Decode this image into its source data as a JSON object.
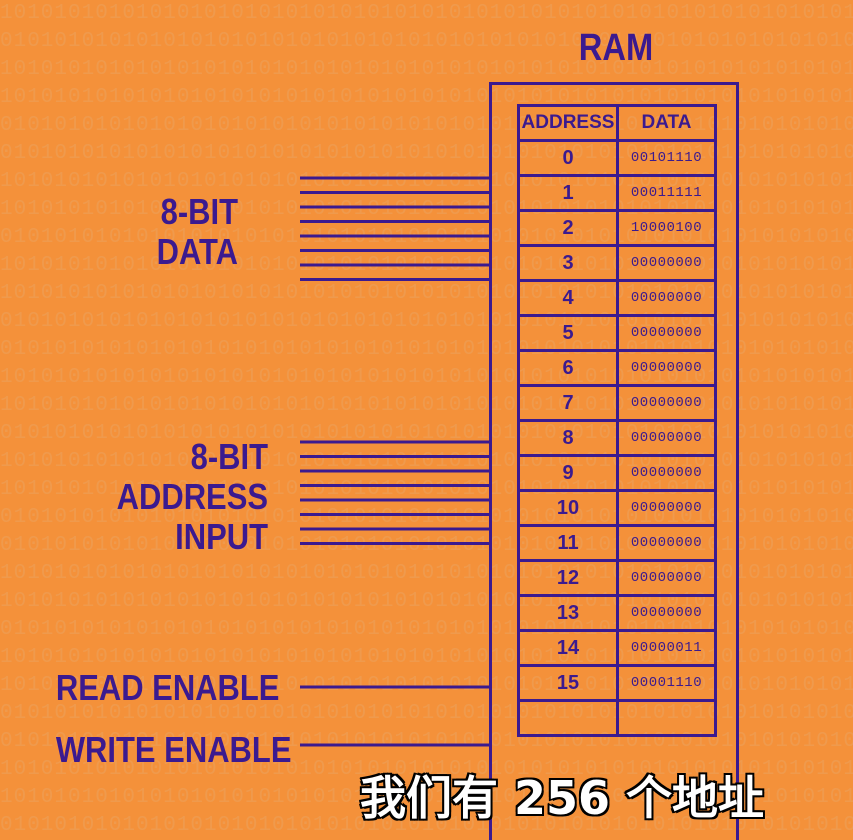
{
  "ram": {
    "title": "RAM",
    "header_address": "ADDRESS",
    "header_data": "DATA",
    "rows": [
      {
        "address": "0",
        "data": "00101110"
      },
      {
        "address": "1",
        "data": "00011111"
      },
      {
        "address": "2",
        "data": "10000100"
      },
      {
        "address": "3",
        "data": "00000000"
      },
      {
        "address": "4",
        "data": "00000000"
      },
      {
        "address": "5",
        "data": "00000000"
      },
      {
        "address": "6",
        "data": "00000000"
      },
      {
        "address": "7",
        "data": "00000000"
      },
      {
        "address": "8",
        "data": "00000000"
      },
      {
        "address": "9",
        "data": "00000000"
      },
      {
        "address": "10",
        "data": "00000000"
      },
      {
        "address": "11",
        "data": "00000000"
      },
      {
        "address": "12",
        "data": "00000000"
      },
      {
        "address": "13",
        "data": "00000000"
      },
      {
        "address": "14",
        "data": "00000011"
      },
      {
        "address": "15",
        "data": "00001110"
      },
      {
        "address": "",
        "data": ""
      }
    ]
  },
  "labels": {
    "data_bus_line1": "8-BIT",
    "data_bus_line2": "DATA",
    "address_line1": "8-BIT",
    "address_line2": "ADDRESS",
    "address_line3": "INPUT",
    "read_enable": "READ ENABLE",
    "write_enable": "WRITE ENABLE"
  },
  "subtitle": "我们有 256 个地址",
  "background_binary": "1010101010101010101010101010101010101010101010101010101010101010101010101010101010101",
  "colors": {
    "background": "#F4913A",
    "ink": "#3B1A8F",
    "subtitle_text": "#FFFFFF",
    "subtitle_outline": "#000000"
  }
}
